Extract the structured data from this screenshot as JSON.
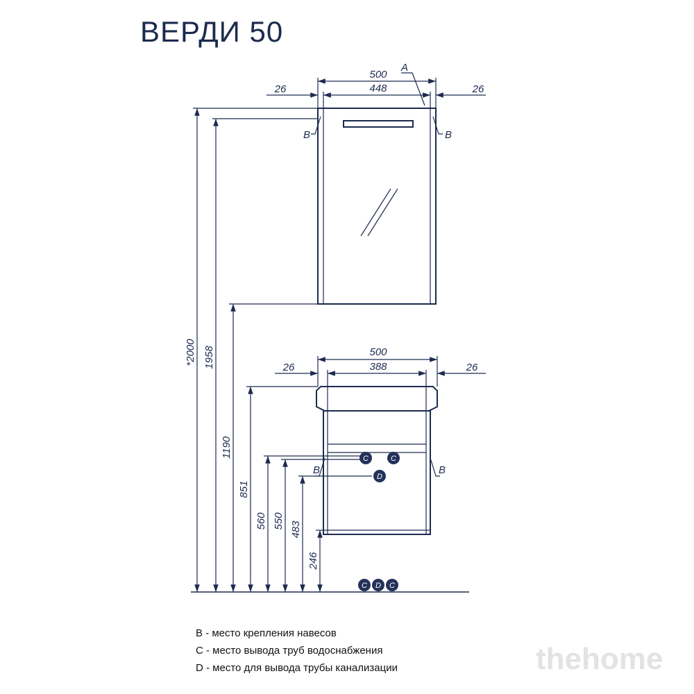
{
  "title": "ВЕРДИ 50",
  "mirror": {
    "width_total": "500",
    "width_inner": "448",
    "side_left": "26",
    "side_right": "26",
    "label_a": "A",
    "label_b_left": "B",
    "label_b_right": "B"
  },
  "cabinet": {
    "width_total": "500",
    "width_inner": "388",
    "side_left": "26",
    "side_right": "26",
    "label_b_left": "B",
    "label_b_right": "B",
    "circle_c1": "C",
    "circle_c2": "C",
    "circle_d": "D",
    "floor_c1": "C",
    "floor_d": "D",
    "floor_c2": "C"
  },
  "heights": {
    "h2000": "*2000",
    "h1958": "1958",
    "h1190": "1190",
    "h851": "851",
    "h560": "560",
    "h550": "550",
    "h483": "483",
    "h246": "246"
  },
  "legend": {
    "b": "B - место крепления навесов",
    "c": "C - место вывода труб водоснабжения",
    "d": "D - место для вывода трубы канализации"
  },
  "watermark": "thehome",
  "colors": {
    "line": "#1c2a4f",
    "circle_fill": "#24315a"
  }
}
